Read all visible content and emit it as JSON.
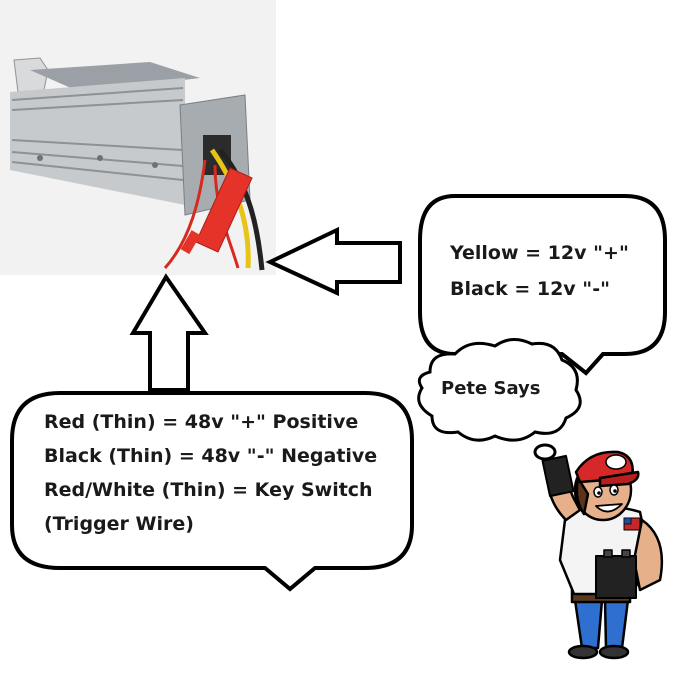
{
  "right_bubble": {
    "lines": [
      "Yellow = 12v \"+\"",
      "Black = 12v \"-\""
    ]
  },
  "thought_bubble": {
    "text": "Pete Says"
  },
  "left_bubble": {
    "lines": [
      "Red (Thin) = 48v \"+\" Positive",
      "Black (Thin) = 48v \"-\" Negative",
      "Red/White (Thin) = Key Switch",
      "(Trigger Wire)"
    ]
  },
  "colors": {
    "outline": "#000000",
    "converter_body": "#c9cdd1",
    "wire_red": "#d62a1e",
    "wire_yellow": "#e8c419",
    "cap_red": "#e5332a",
    "hat_red": "#d62828"
  }
}
